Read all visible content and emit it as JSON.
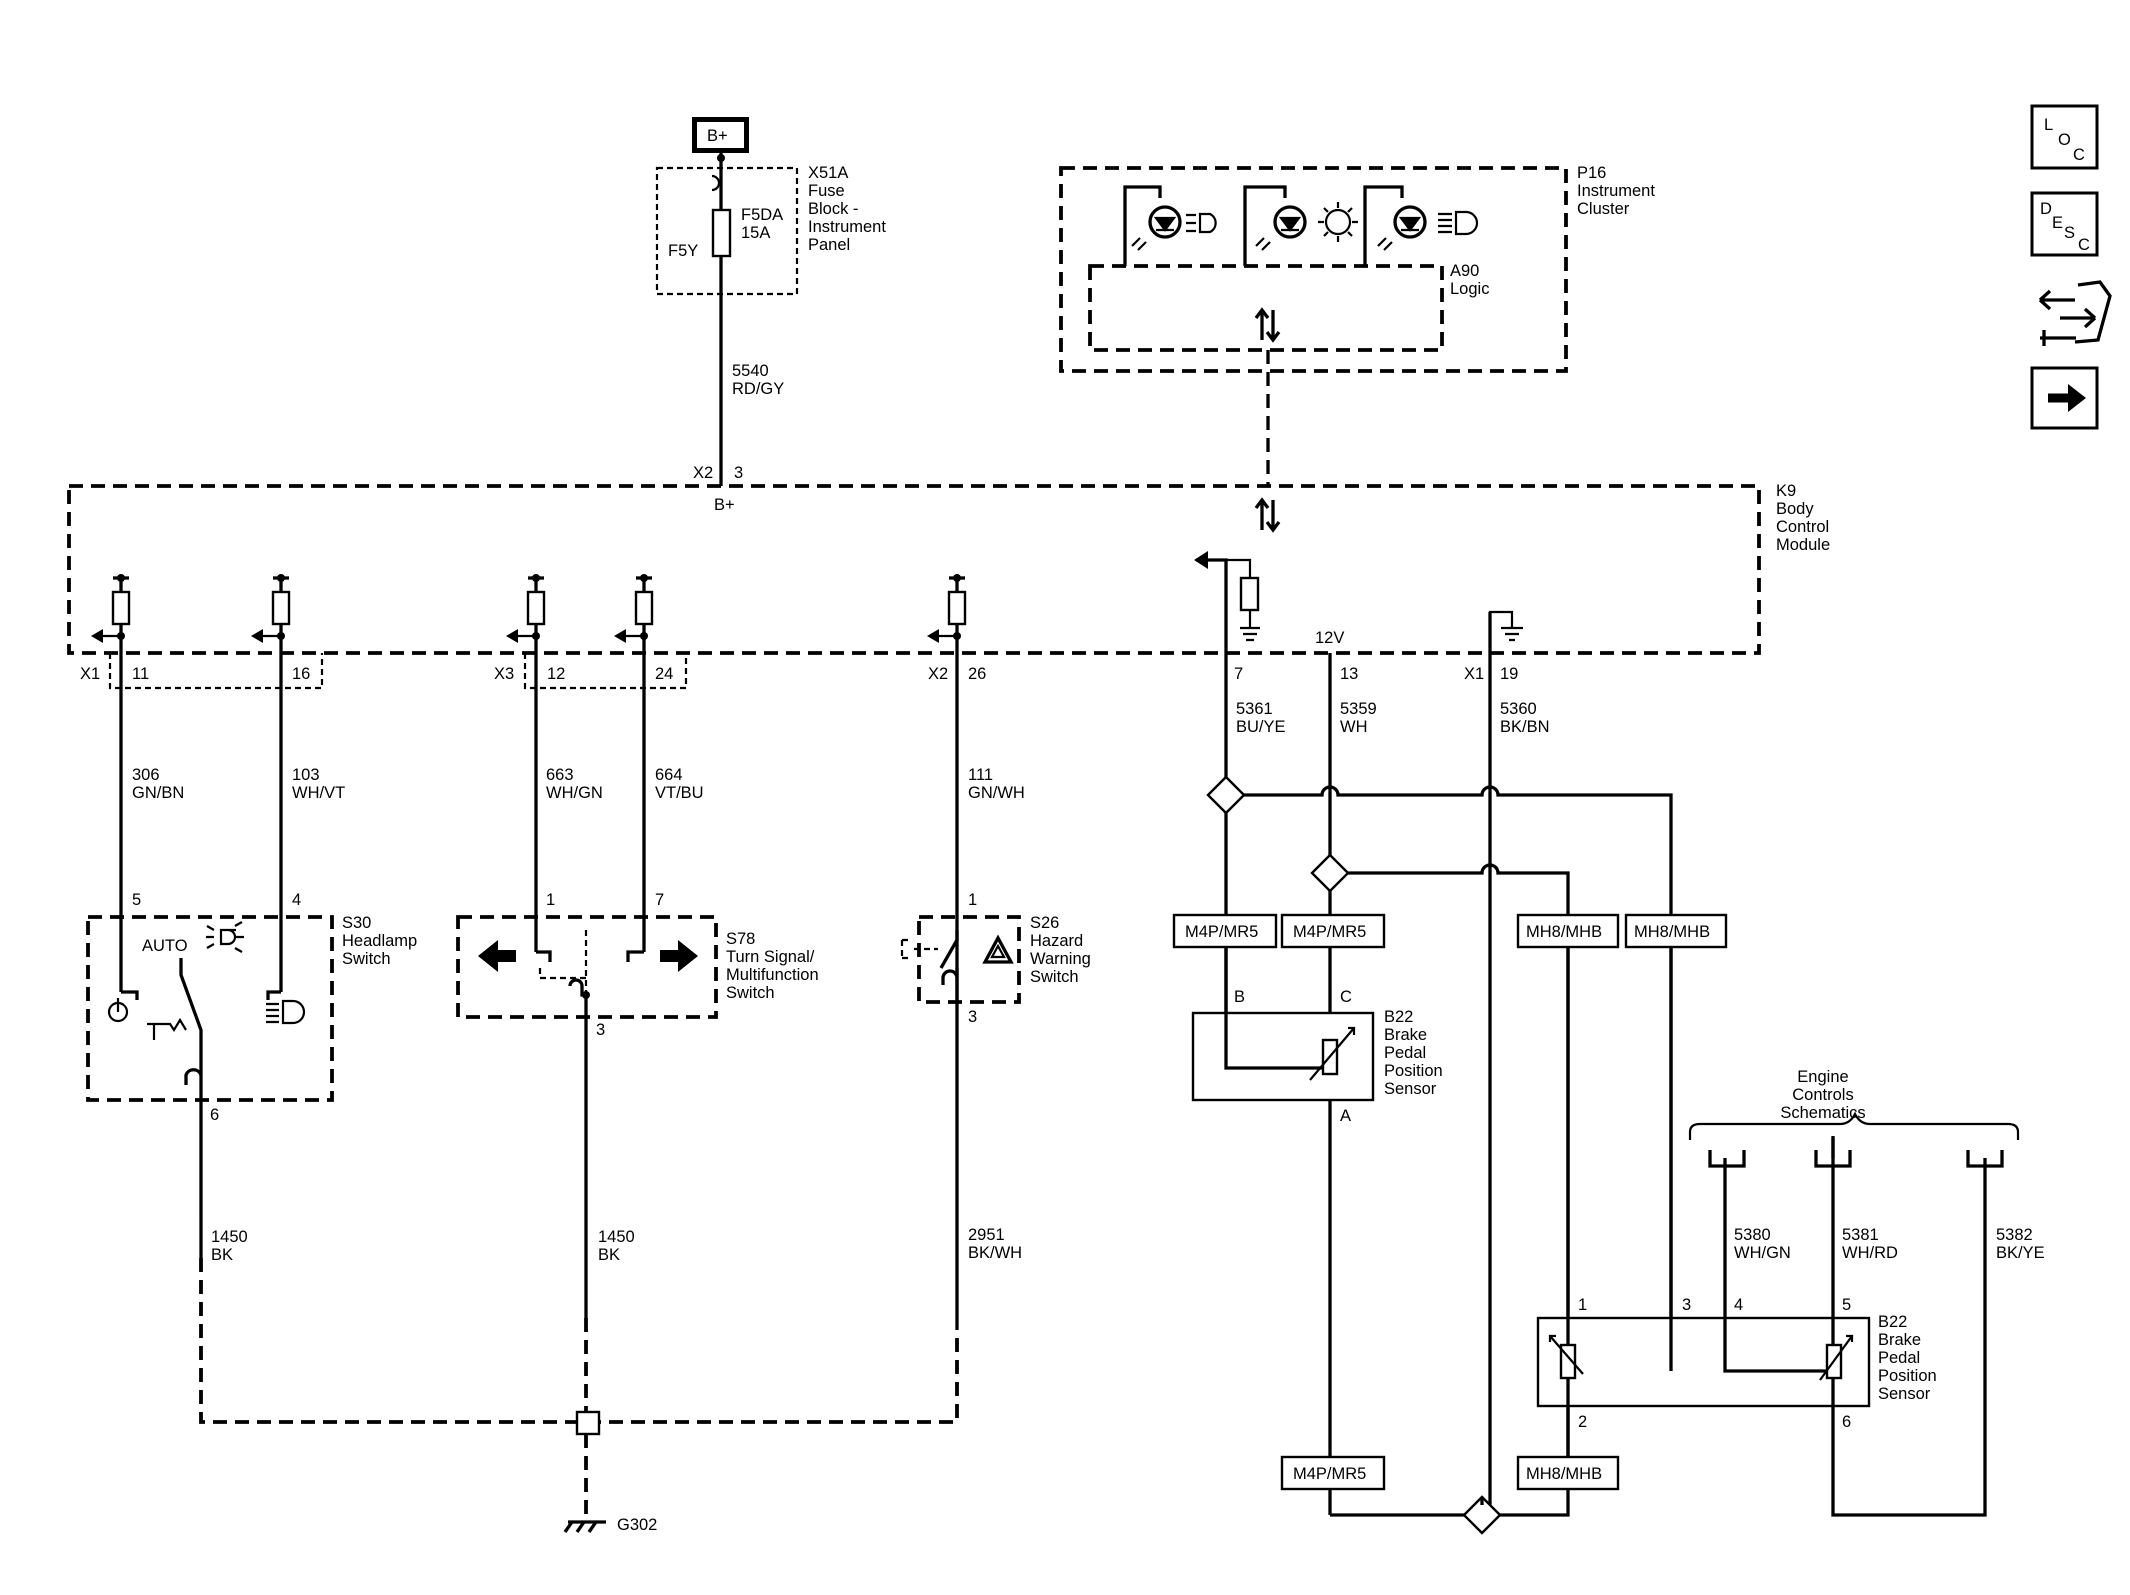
{
  "nav": {
    "loc": [
      "L",
      "O",
      "C"
    ],
    "desc": [
      "D",
      "E",
      "S",
      "C"
    ]
  },
  "fuse": {
    "battery": "B+",
    "block": [
      "X51A",
      "Fuse",
      "Block -",
      "Instrument",
      "Panel"
    ],
    "fuse_id": "F5Y",
    "fuse_name": [
      "F5DA",
      "15A"
    ],
    "wire": [
      "5540",
      "RD/GY"
    ]
  },
  "cluster": {
    "name": [
      "P16",
      "Instrument",
      "Cluster"
    ],
    "logic": [
      "A90",
      "Logic"
    ]
  },
  "bcm": {
    "name": [
      "K9",
      "Body",
      "Control",
      "Module"
    ],
    "b_plus": "B+",
    "x2_top": "X2",
    "pin_top": "3",
    "x1": "X1",
    "x3": "X3",
    "x2": "X2",
    "x1b": "X1",
    "pins": [
      "11",
      "16",
      "12",
      "24",
      "26",
      "7",
      "13",
      "19"
    ],
    "v12": "12V"
  },
  "wires": {
    "w306": [
      "306",
      "GN/BN"
    ],
    "w103": [
      "103",
      "WH/VT"
    ],
    "w663": [
      "663",
      "WH/GN"
    ],
    "w664": [
      "664",
      "VT/BU"
    ],
    "w111": [
      "111",
      "GN/WH"
    ],
    "w5361": [
      "5361",
      "BU/YE"
    ],
    "w5359": [
      "5359",
      "WH"
    ],
    "w5360": [
      "5360",
      "BK/BN"
    ],
    "w1450a": [
      "1450",
      "BK"
    ],
    "w1450b": [
      "1450",
      "BK"
    ],
    "w2951": [
      "2951",
      "BK/WH"
    ],
    "w5380": [
      "5380",
      "WH/GN"
    ],
    "w5381": [
      "5381",
      "WH/RD"
    ],
    "w5382": [
      "5382",
      "BK/YE"
    ]
  },
  "headlamp": {
    "name": [
      "S30",
      "Headlamp",
      "Switch"
    ],
    "auto": "AUTO",
    "pins": [
      "5",
      "4",
      "6"
    ]
  },
  "turn": {
    "name": [
      "S78",
      "Turn Signal/",
      "Multifunction",
      "Switch"
    ],
    "pins": [
      "1",
      "7",
      "3"
    ]
  },
  "hazard": {
    "name": [
      "S26",
      "Hazard",
      "Warning",
      "Switch"
    ],
    "pins": [
      "1",
      "3"
    ]
  },
  "connectors": [
    "M4P/MR5",
    "M4P/MR5",
    "MH8/MHB",
    "MH8/MHB",
    "M4P/MR5",
    "MH8/MHB"
  ],
  "sensor1": {
    "name": [
      "B22",
      "Brake",
      "Pedal",
      "Position",
      "Sensor"
    ],
    "pins": [
      "B",
      "C",
      "A"
    ]
  },
  "sensor2": {
    "name": [
      "B22",
      "Brake",
      "Pedal",
      "Position",
      "Sensor"
    ],
    "pins": [
      "1",
      "3",
      "4",
      "5",
      "2",
      "6"
    ]
  },
  "engine": [
    "Engine",
    "Controls",
    "Schematics"
  ],
  "ground": "G302"
}
